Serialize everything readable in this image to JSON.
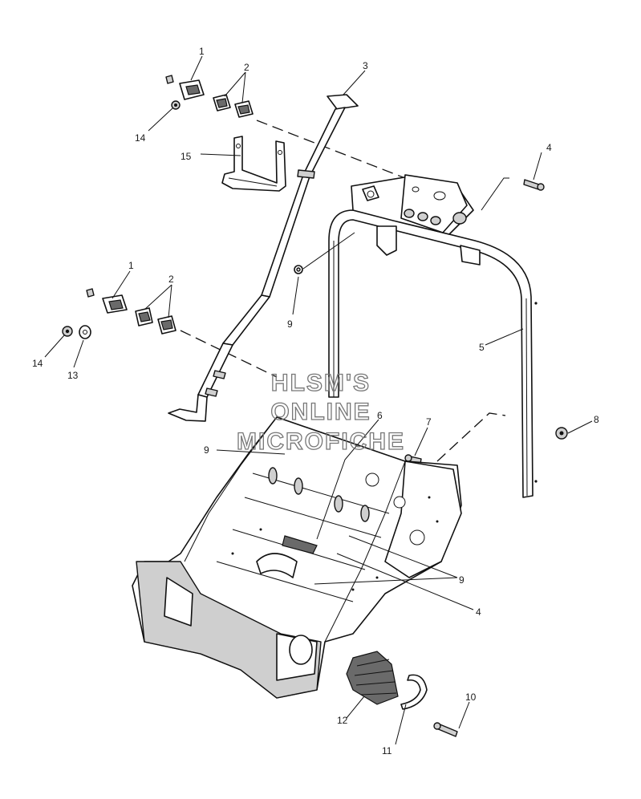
{
  "watermark": {
    "line1": "HLSM'S",
    "line2": "ONLINE",
    "line3": "MICROFICHE"
  },
  "callouts": {
    "c1_top": "1",
    "c2_top": "2",
    "c3": "3",
    "c4_top": "4",
    "c14_top": "14",
    "c15": "15",
    "c9_left": "9",
    "c1_mid": "1",
    "c2_mid": "2",
    "c5": "5",
    "c14_mid": "14",
    "c13": "13",
    "c6": "6",
    "c7": "7",
    "c8": "8",
    "c9_frame": "9",
    "c9_right": "9",
    "c4_bottom": "4",
    "c10": "10",
    "c12": "12",
    "c11": "11"
  },
  "colors": {
    "line": "#111111",
    "fill_shade": "#cfcfcf",
    "watermark": "#777777"
  }
}
